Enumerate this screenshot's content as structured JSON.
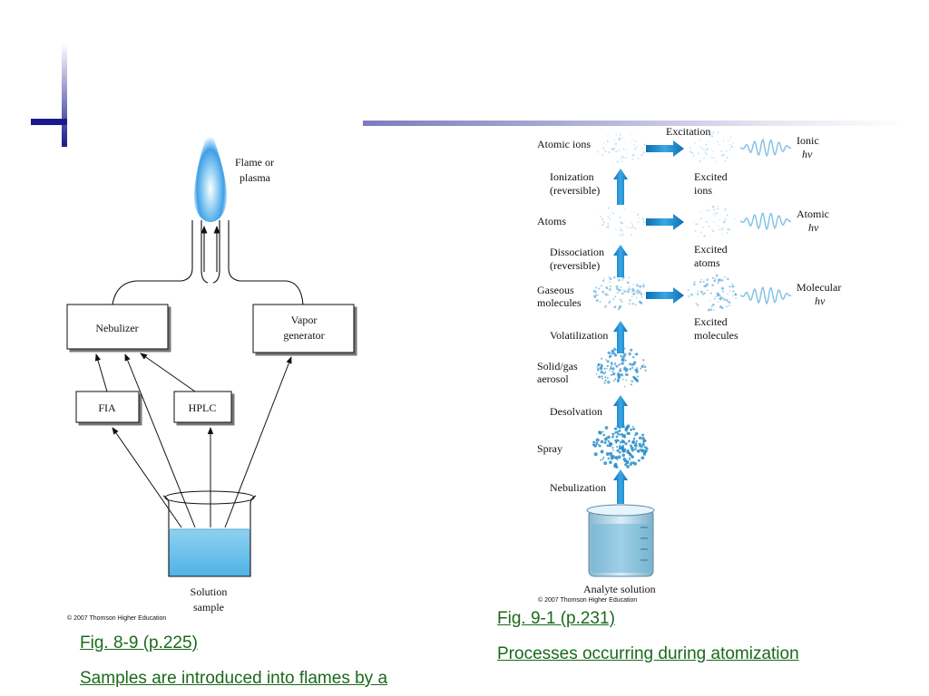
{
  "fig8_9": {
    "flame_label": [
      "Flame or",
      "plasma"
    ],
    "nebulizer": "Nebulizer",
    "vapor_generator": [
      "Vapor",
      "generator"
    ],
    "fia": "FIA",
    "hplc": "HPLC",
    "solution_sample": [
      "Solution",
      "sample"
    ],
    "copyright": "© 2007 Thomson Higher Education"
  },
  "fig9_1": {
    "excitation": "Excitation",
    "rows": {
      "atomic_ions": "Atomic ions",
      "ionization": [
        "Ionization",
        "(reversible)"
      ],
      "atoms": "Atoms",
      "dissociation": [
        "Dissociation",
        "(reversible)"
      ],
      "gaseous_molecules": [
        "Gaseous",
        "molecules"
      ],
      "volatilization": "Volatilization",
      "solid_gas_aerosol": [
        "Solid/gas",
        "aerosol"
      ],
      "desolvation": "Desolvation",
      "spray": "Spray",
      "nebulization": "Nebulization"
    },
    "excited_ions": [
      "Excited",
      "ions"
    ],
    "excited_atoms": [
      "Excited",
      "atoms"
    ],
    "excited_molecules": [
      "Excited",
      "molecules"
    ],
    "ionic_hv": [
      "Ionic",
      "hv"
    ],
    "atomic_hv": [
      "Atomic",
      "hv"
    ],
    "molecular_hv": [
      "Molecular",
      "hv"
    ],
    "analyte_solution": "Analyte solution",
    "copyright": "© 2007 Thomson Higher Education"
  },
  "links": {
    "fig8_9": "Fig. 8-9 (p.225)",
    "fig8_9_caption": "Samples are introduced into flames by a",
    "fig9_1": "Fig. 9-1 (p.231)",
    "fig9_1_caption": "Processes occurring during atomization"
  },
  "colors": {
    "accent_dark": "#1a1a8c",
    "link": "#1a6a1a",
    "particle": "#2b8fc9",
    "arrow": "#1e88c8"
  }
}
